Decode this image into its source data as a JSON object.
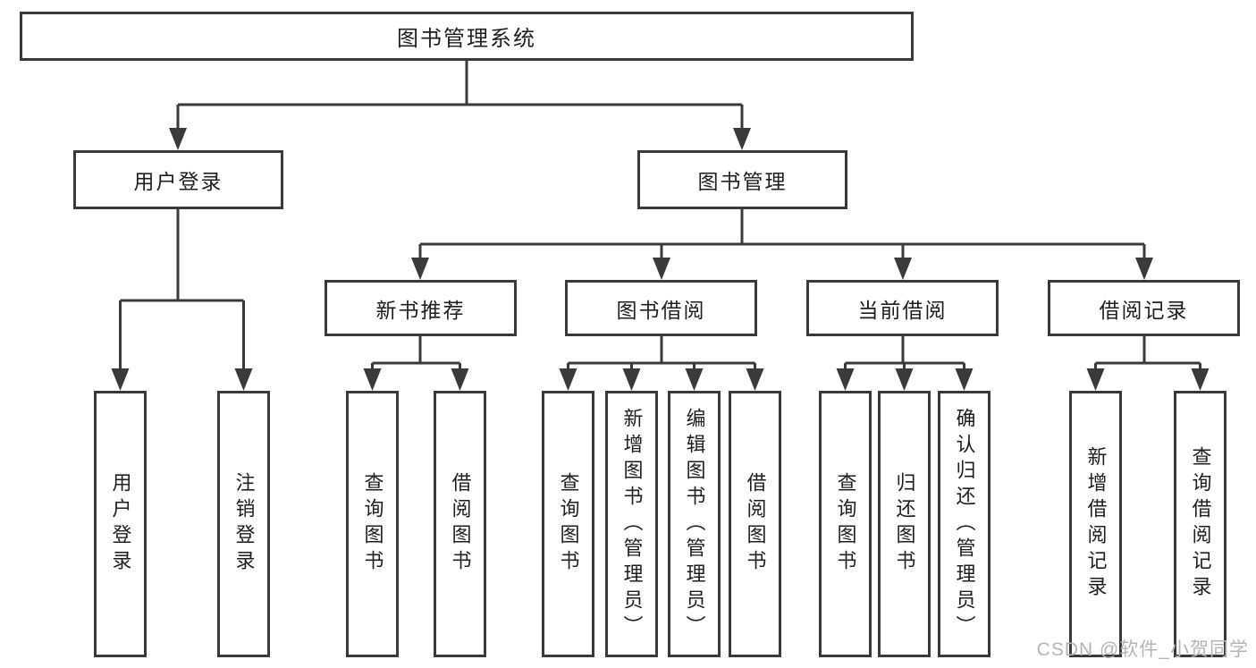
{
  "diagram_title": "图书管理系统",
  "tree": {
    "root": "图书管理系统",
    "branches": [
      {
        "label": "用户登录",
        "children": [
          "用户登录",
          "注销登录"
        ]
      },
      {
        "label": "图书管理",
        "children": [
          {
            "label": "新书推荐",
            "children": [
              "查询图书",
              "借阅图书"
            ]
          },
          {
            "label": "图书借阅",
            "children": [
              "查询图书",
              "新增图书（管理员）",
              "编辑图书（管理员）",
              "借阅图书"
            ]
          },
          {
            "label": "当前借阅",
            "children": [
              "查询图书",
              "归还图书",
              "确认归还（管理员）"
            ]
          },
          {
            "label": "借阅记录",
            "children": [
              "新增借阅记录",
              "查询借阅记录"
            ]
          }
        ]
      }
    ]
  },
  "watermark": "CSDN @软件_小贺同学",
  "colors": {
    "line": "#3a3a3a",
    "box_border": "#3a3a3a",
    "text": "#1f1f1f",
    "watermark": "#b5b5b5",
    "background": "#ffffff"
  }
}
